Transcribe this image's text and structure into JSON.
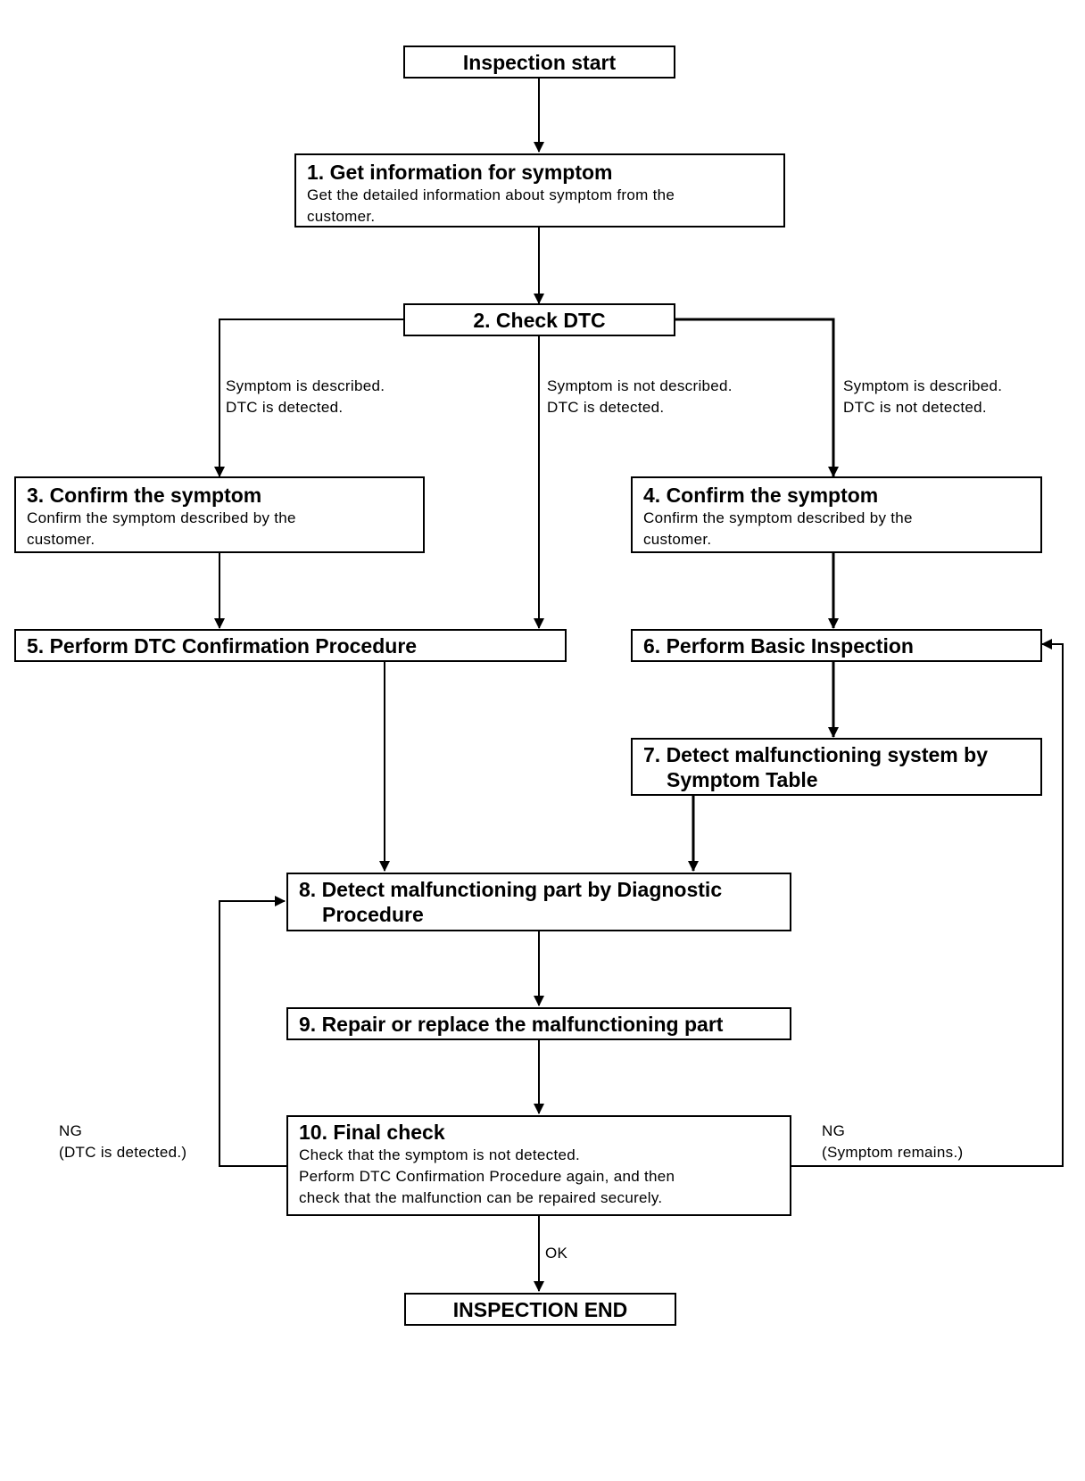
{
  "steps": {
    "start": {
      "title": "Inspection start"
    },
    "s1": {
      "title": "1. Get information for symptom",
      "line1": "Get the detailed information about symptom from the",
      "line2": "customer."
    },
    "s2": {
      "title": "2. Check DTC"
    },
    "s3": {
      "title": "3. Confirm the symptom",
      "line1": "Confirm the symptom described by the",
      "line2": "customer."
    },
    "s4": {
      "title": "4. Confirm the symptom",
      "line1": "Confirm the symptom described by the",
      "line2": "customer."
    },
    "s5": {
      "title": "5. Perform DTC Confirmation Procedure"
    },
    "s6": {
      "title": "6. Perform Basic Inspection"
    },
    "s7": {
      "title_line1": "7. Detect malfunctioning system by",
      "title_line2": "Symptom Table"
    },
    "s8": {
      "title_line1": "8. Detect malfunctioning part by Diagnostic",
      "title_line2": "Procedure"
    },
    "s9": {
      "title": "9. Repair or replace the malfunctioning part"
    },
    "s10": {
      "title": "10. Final check",
      "line1": "Check that the symptom is not detected.",
      "line2": "Perform DTC Confirmation Procedure again, and then",
      "line3": "check that the malfunction can be repaired securely."
    },
    "end": {
      "title": "INSPECTION END"
    }
  },
  "branches": {
    "left": {
      "line1": "Symptom is described.",
      "line2": "DTC is detected."
    },
    "middle": {
      "line1": "Symptom is not described.",
      "line2": "DTC is detected."
    },
    "right": {
      "line1": "Symptom is described.",
      "line2": "DTC is not detected."
    },
    "ng_left": {
      "line1": "NG",
      "line2": "(DTC is detected.)"
    },
    "ng_right": {
      "line1": "NG",
      "line2": "(Symptom remains.)"
    },
    "ok": {
      "label": "OK"
    }
  }
}
